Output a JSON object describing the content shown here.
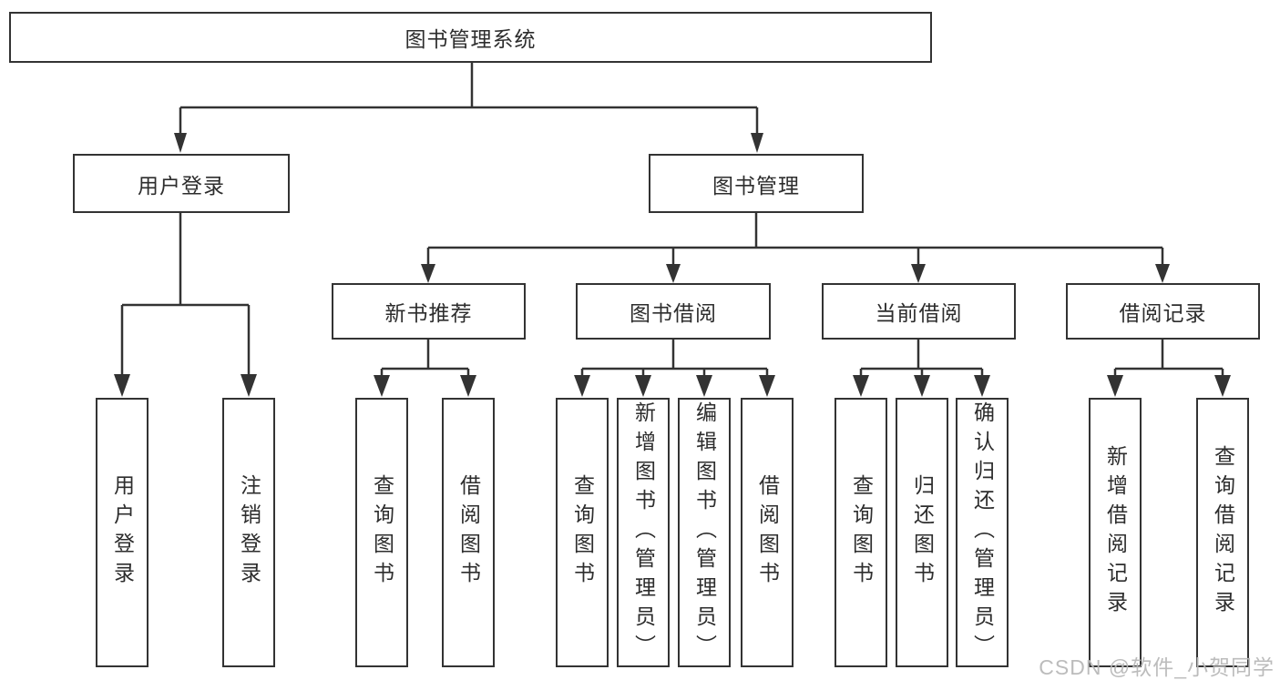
{
  "diagram": {
    "type": "hierarchy-tree",
    "background": "#ffffff",
    "line_color": "#333333",
    "border_color": "#333333",
    "text_color": "#2d2d2d"
  },
  "nodes": {
    "root": {
      "label": "图书管理系统"
    },
    "level2": [
      {
        "label": "用户登录"
      },
      {
        "label": "图书管理"
      }
    ],
    "level3": [
      {
        "label": "新书推荐",
        "parent": "图书管理"
      },
      {
        "label": "图书借阅",
        "parent": "图书管理"
      },
      {
        "label": "当前借阅",
        "parent": "图书管理"
      },
      {
        "label": "借阅记录",
        "parent": "图书管理"
      }
    ],
    "leaves": [
      {
        "label": "用户登录",
        "parent": "用户登录"
      },
      {
        "label": "注销登录",
        "parent": "用户登录"
      },
      {
        "label": "查询图书",
        "parent": "新书推荐"
      },
      {
        "label": "借阅图书",
        "parent": "新书推荐"
      },
      {
        "label": "查询图书",
        "parent": "图书借阅"
      },
      {
        "label": "新增图书（管理员）",
        "parent": "图书借阅"
      },
      {
        "label": "编辑图书（管理员）",
        "parent": "图书借阅"
      },
      {
        "label": "借阅图书",
        "parent": "图书借阅"
      },
      {
        "label": "查询图书",
        "parent": "当前借阅"
      },
      {
        "label": "归还图书",
        "parent": "当前借阅"
      },
      {
        "label": "确认归还（管理员）",
        "parent": "当前借阅"
      },
      {
        "label": "新增借阅记录",
        "parent": "借阅记录"
      },
      {
        "label": "查询借阅记录",
        "parent": "借阅记录"
      }
    ]
  },
  "watermark": {
    "text": "CSDN @软件_小贺同学",
    "color": "#b8b8b8"
  }
}
